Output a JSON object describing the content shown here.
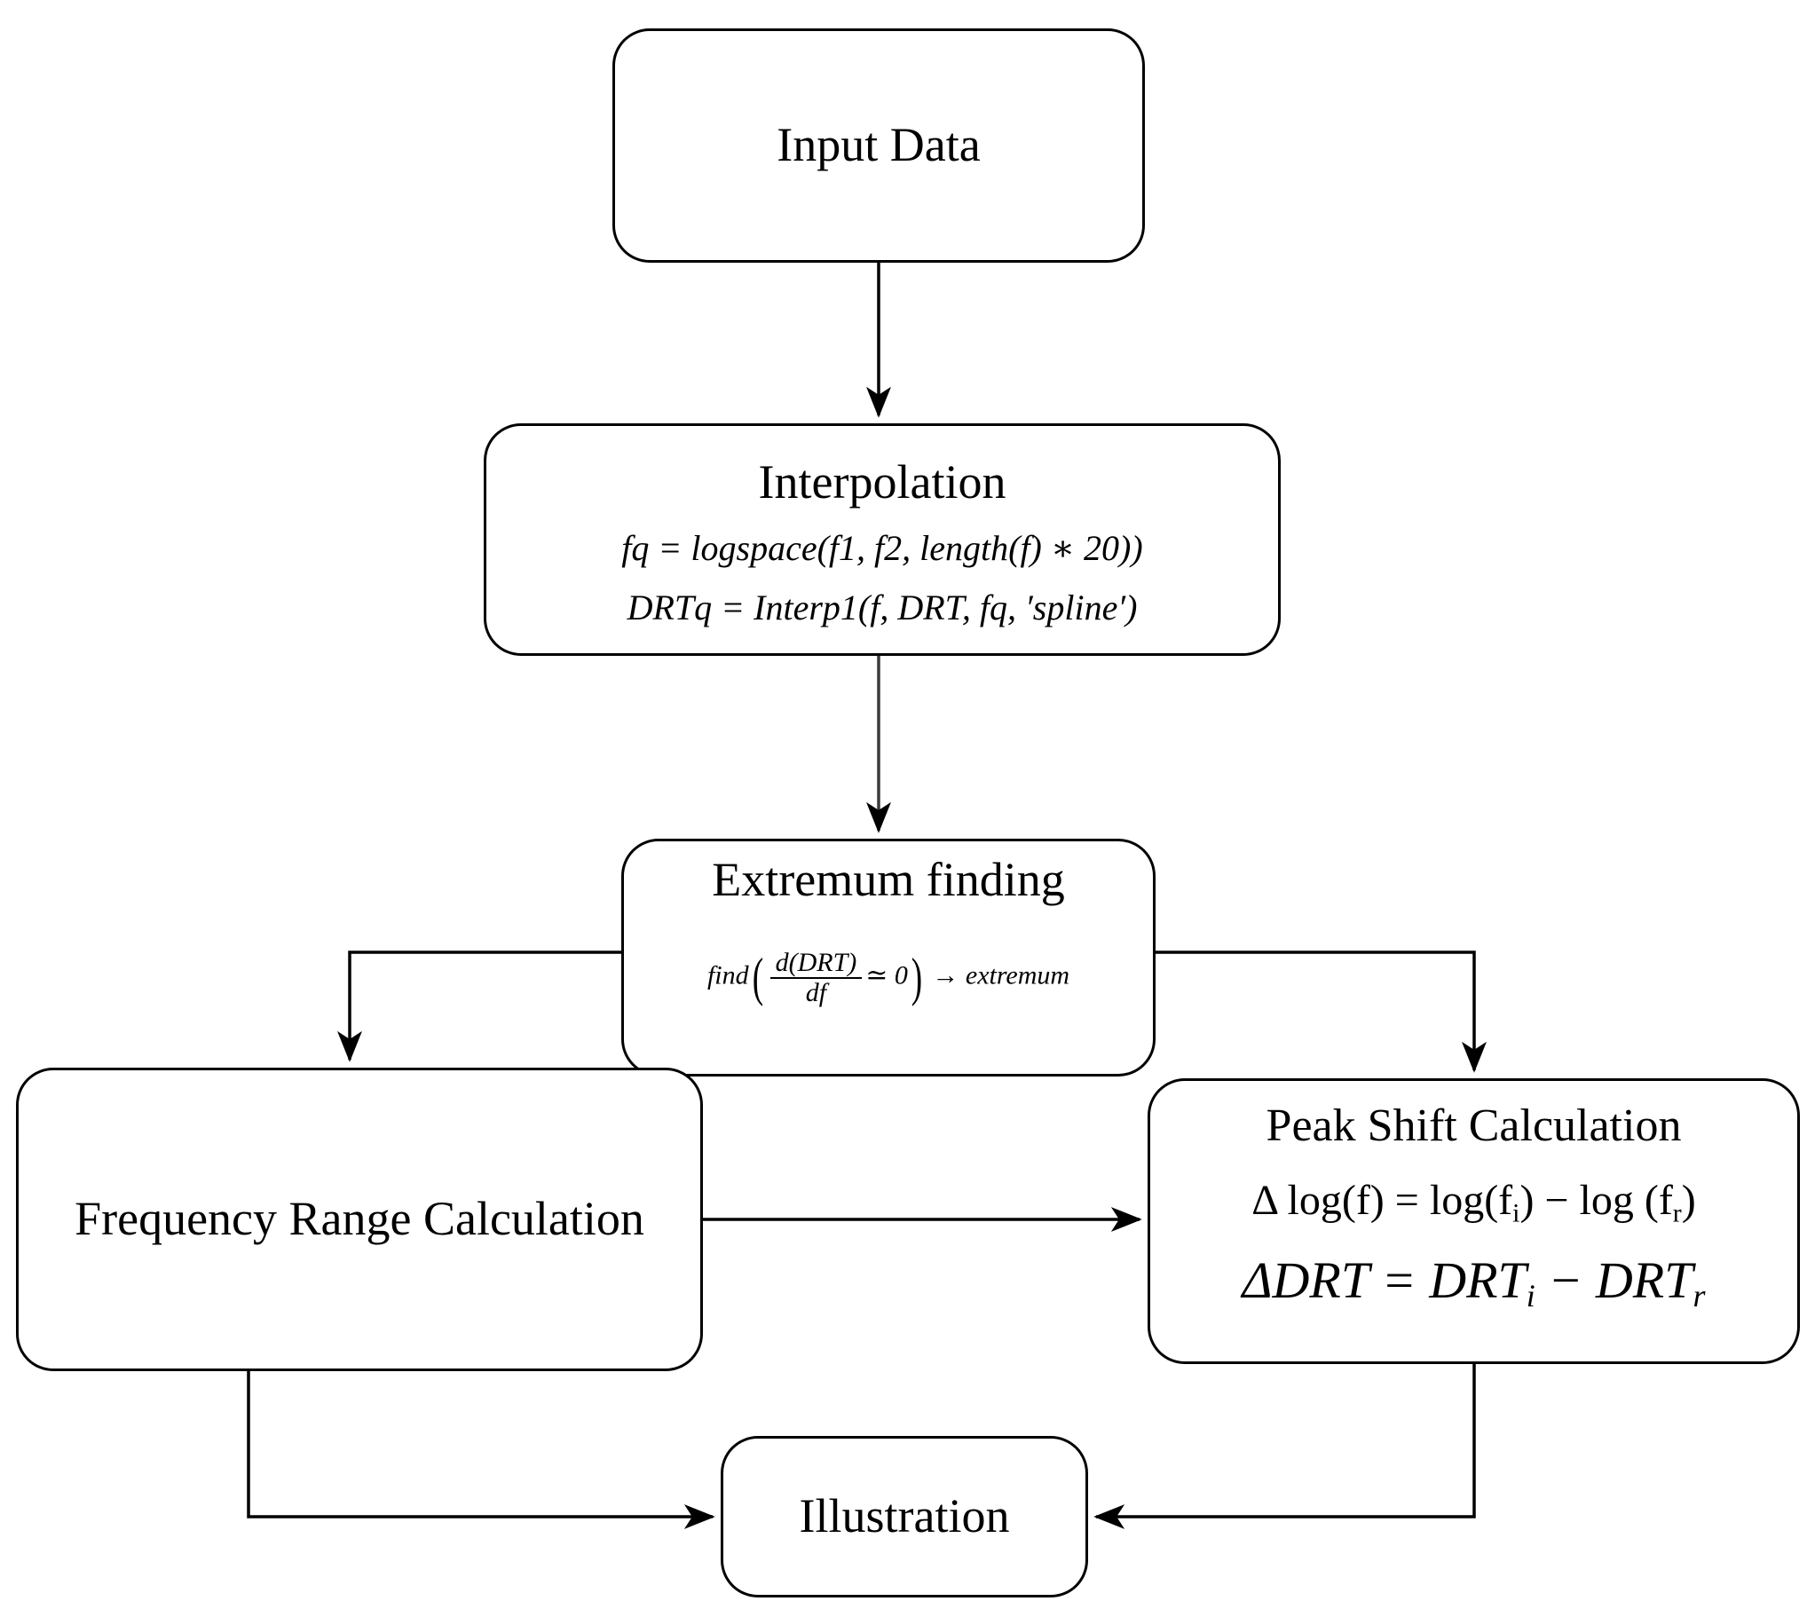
{
  "diagram": {
    "title": "DRT peak analysis flowchart",
    "line_color": "#000000",
    "background": "#ffffff",
    "nodes": {
      "input_data": {
        "label": "Input Data"
      },
      "interpolation": {
        "label": "Interpolation",
        "formula_1": "fq = logspace(f1, f2, length(f) ∗ 20))",
        "formula_2": "DRTq = Interp1(f, DRT, fq, ′spline′)"
      },
      "extremum_finding": {
        "label": "Extremum finding",
        "formula_prefix": "find",
        "formula_numerator": "d(DRT)",
        "formula_denominator": "df",
        "formula_relation": "≃ 0",
        "formula_suffix": "→ extremum",
        "formula_plain": "find( d(DRT)/df ≃ 0 ) → extremum"
      },
      "frequency_range": {
        "label": "Frequency Range Calculation"
      },
      "peak_shift": {
        "label": "Peak Shift Calculation",
        "formula_log_lhs": "Δ log(f) = log(f",
        "formula_log_sub_i": "i",
        "formula_log_mid": ") − log (f",
        "formula_log_sub_r": "r",
        "formula_log_end": ")",
        "formula_log_plain": "Δ log(f) = log(fᵢ) − log (fᵣ)",
        "formula_drt_lhs": "ΔDRT = DRT",
        "formula_drt_sub_i": "i",
        "formula_drt_mid": " − DRT",
        "formula_drt_sub_r": "r",
        "formula_drt_plain": "ΔDRT = DRTᵢ − DRTᵣ"
      },
      "illustration": {
        "label": "Illustration"
      }
    },
    "edges": [
      {
        "name": "input-data-to-interpolation",
        "from": "input_data",
        "to": "interpolation",
        "style": "straight-down"
      },
      {
        "name": "interpolation-to-extremum",
        "from": "interpolation",
        "to": "extremum_finding",
        "style": "straight-down"
      },
      {
        "name": "extremum-to-frequency-range",
        "from": "extremum_finding",
        "to": "frequency_range",
        "style": "left-elbow-down"
      },
      {
        "name": "extremum-to-peak-shift",
        "from": "extremum_finding",
        "to": "peak_shift",
        "style": "right-elbow-down"
      },
      {
        "name": "frequency-range-to-peak-shift",
        "from": "frequency_range",
        "to": "peak_shift",
        "style": "straight-right"
      },
      {
        "name": "frequency-range-to-illustration",
        "from": "frequency_range",
        "to": "illustration",
        "style": "down-elbow-right"
      },
      {
        "name": "peak-shift-to-illustration",
        "from": "peak_shift",
        "to": "illustration",
        "style": "down-elbow-left"
      }
    ]
  }
}
